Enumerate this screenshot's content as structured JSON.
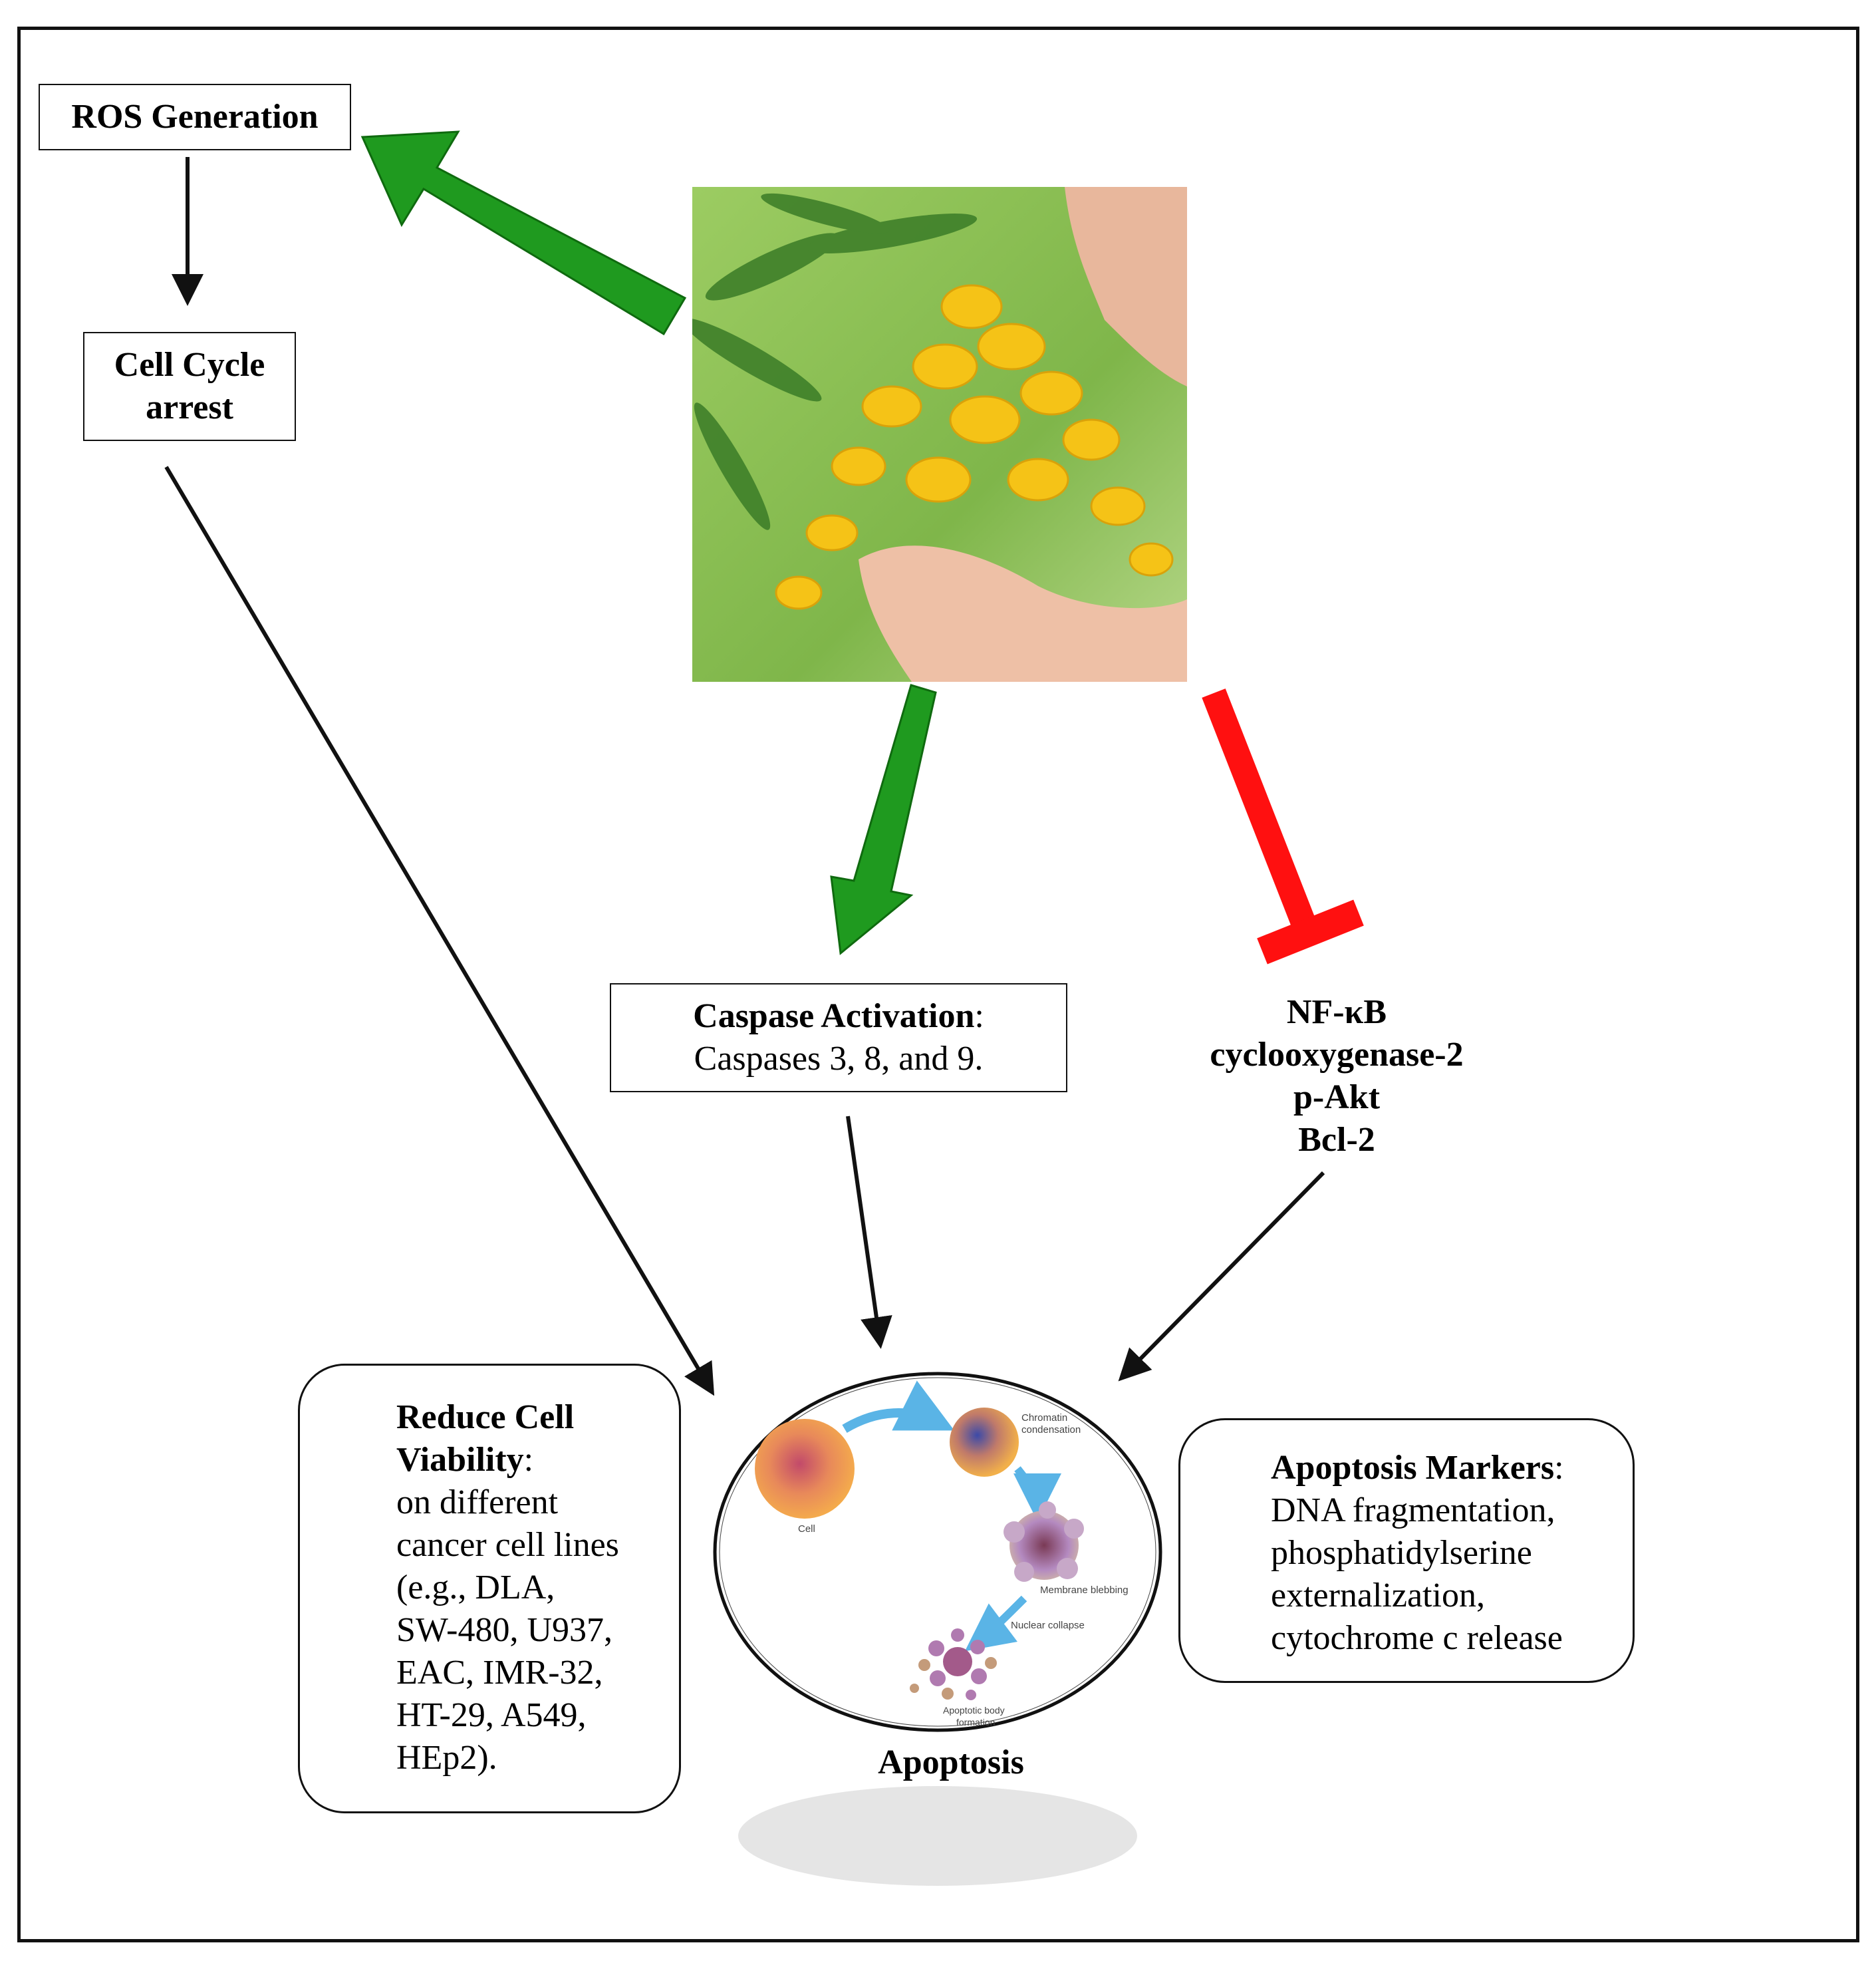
{
  "ros_box": {
    "label": "ROS Generation"
  },
  "cell_cycle_box": {
    "line1": "Cell Cycle",
    "line2": "arrest"
  },
  "caspase_box": {
    "title": "Caspase Activation",
    "colon": ":",
    "detail": "Caspases 3, 8, and 9."
  },
  "inhibited_targets": [
    "NF-κB",
    "cyclooxygenase-2",
    "p-Akt",
    "Bcl-2"
  ],
  "viability_box": {
    "title_line1": "Reduce Cell",
    "title_line2": "Viability",
    "colon": ":",
    "lines": [
      "on different",
      "cancer cell lines",
      "(e.g., DLA,",
      "SW-480, U937,",
      "EAC, IMR-32,",
      "HT-29, A549,",
      "HEp2)."
    ]
  },
  "markers_box": {
    "title": "Apoptosis Markers",
    "colon": ":",
    "lines": [
      "DNA fragmentation,",
      "phosphatidylserine",
      "externalization,",
      "cytochrome c release"
    ]
  },
  "apoptosis_illustration": {
    "label": "Apoptosis",
    "stages": [
      "Cell",
      "Chromatin",
      "condensation",
      "Membrane blebbing",
      "Nuclear collapse",
      "Apoptotic body",
      "formation"
    ]
  },
  "colors": {
    "activation_arrow": "#1f9a1f",
    "inhibition_bar": "#ff1010",
    "flow_arrow": "#111111",
    "stage_arrow": "#5ab4e6",
    "flower": "#f5c317",
    "foliage": "#6aa63c"
  }
}
